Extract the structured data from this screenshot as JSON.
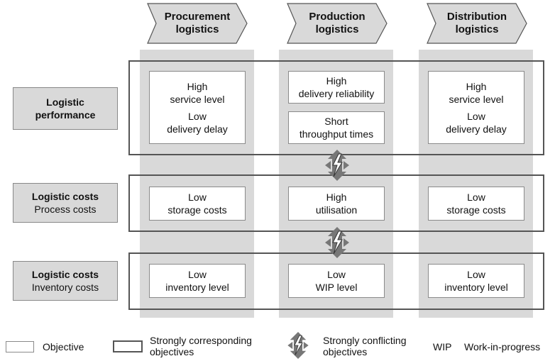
{
  "columns": [
    {
      "label": "Procurement\nlogistics"
    },
    {
      "label": "Production\nlogistics"
    },
    {
      "label": "Distribution\nlogistics"
    }
  ],
  "rows": [
    {
      "title": "Logistic\nperformance",
      "subtitle": ""
    },
    {
      "title": "Logistic costs",
      "subtitle": "Process costs"
    },
    {
      "title": "Logistic costs",
      "subtitle": "Inventory costs"
    }
  ],
  "objectives": {
    "performance": {
      "procurement": {
        "line1": "High\nservice level",
        "line2": "Low\ndelivery delay"
      },
      "production_a": "High\ndelivery reliability",
      "production_b": "Short\nthroughput times",
      "distribution": {
        "line1": "High\nservice level",
        "line2": "Low\ndelivery delay"
      }
    },
    "process": {
      "procurement": "Low\nstorage costs",
      "production": "High\nutilisation",
      "distribution": "Low\nstorage costs"
    },
    "inventory": {
      "procurement": "Low\ninventory level",
      "production": "Low\nWIP level",
      "distribution": "Low\ninventory level"
    }
  },
  "legend": {
    "objective": "Objective",
    "corresponding": "Strongly corresponding\nobjectives",
    "conflicting": "Strongly conflicting\nobjectives",
    "abbr_key": "WIP",
    "abbr_value": "Work-in-progress"
  },
  "colors": {
    "column_bg": "#d9d9d9",
    "frame": "#555555",
    "conflict_arrow": "#777777"
  }
}
